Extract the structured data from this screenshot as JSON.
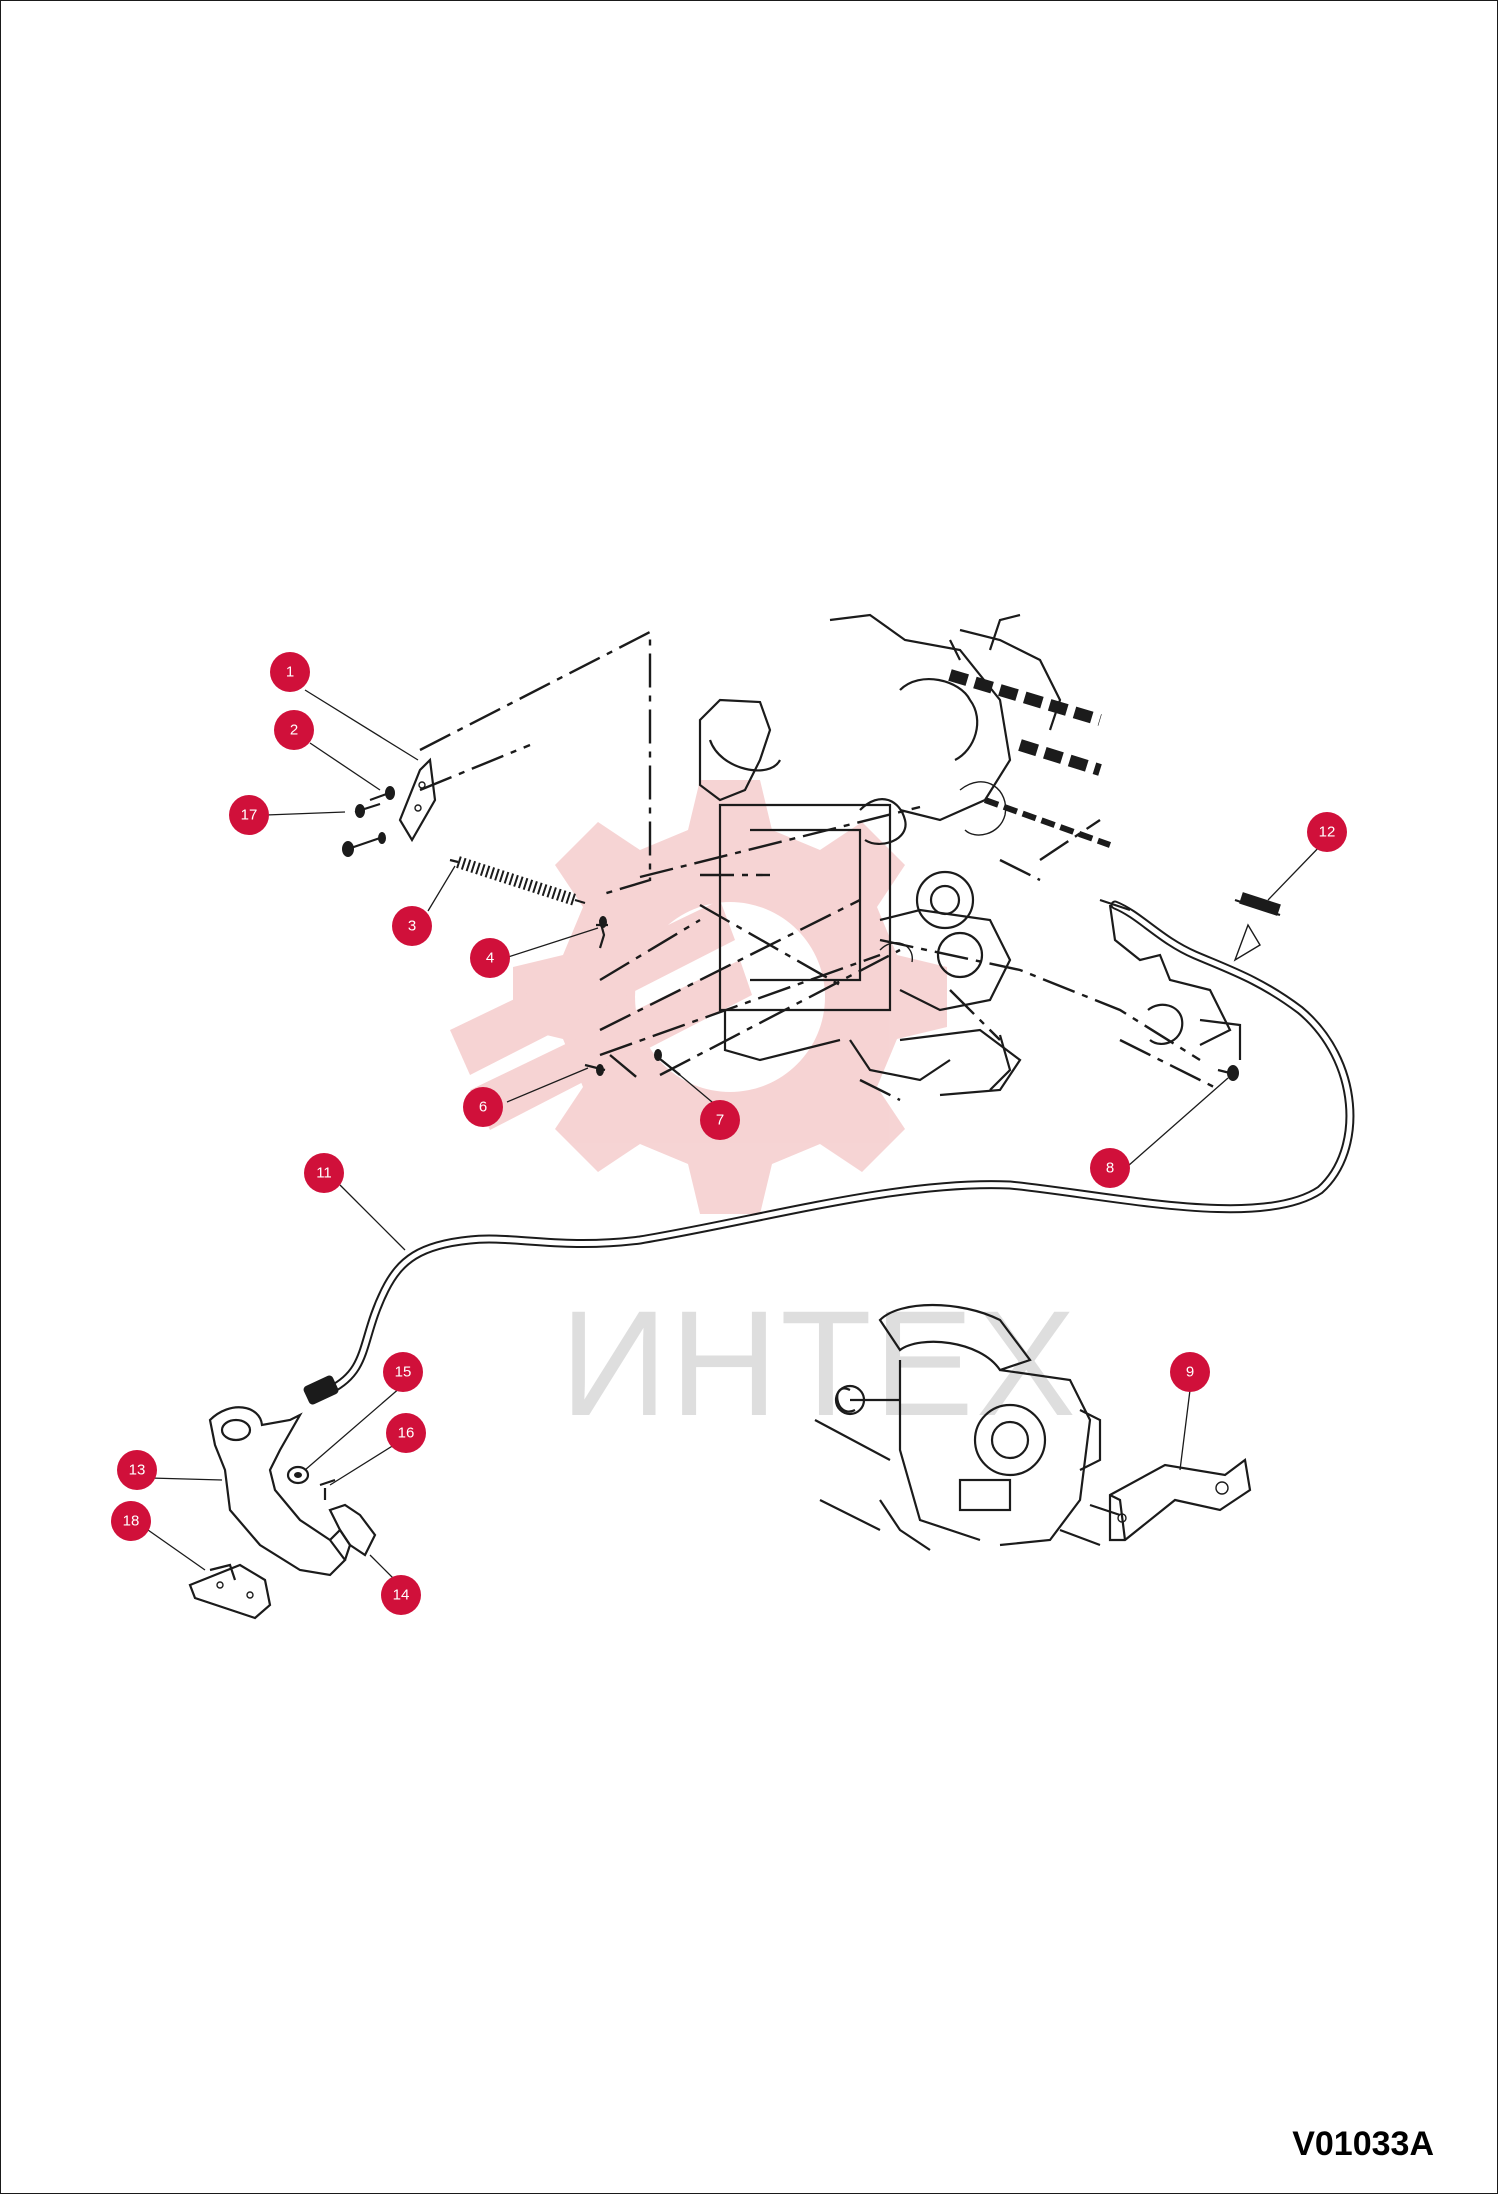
{
  "figure_code": "V01033A",
  "watermark": "ИНТЕХ",
  "colors": {
    "callout": "#d0103a",
    "watermark": "#f2c9c9",
    "line": "#1b1b1b"
  },
  "callouts": [
    {
      "label": "1"
    },
    {
      "label": "2"
    },
    {
      "label": "17"
    },
    {
      "label": "3"
    },
    {
      "label": "4"
    },
    {
      "label": "6"
    },
    {
      "label": "7"
    },
    {
      "label": "8"
    },
    {
      "label": "11"
    },
    {
      "label": "12"
    },
    {
      "label": "9"
    },
    {
      "label": "15"
    },
    {
      "label": "16"
    },
    {
      "label": "13"
    },
    {
      "label": "18"
    },
    {
      "label": "14"
    }
  ]
}
